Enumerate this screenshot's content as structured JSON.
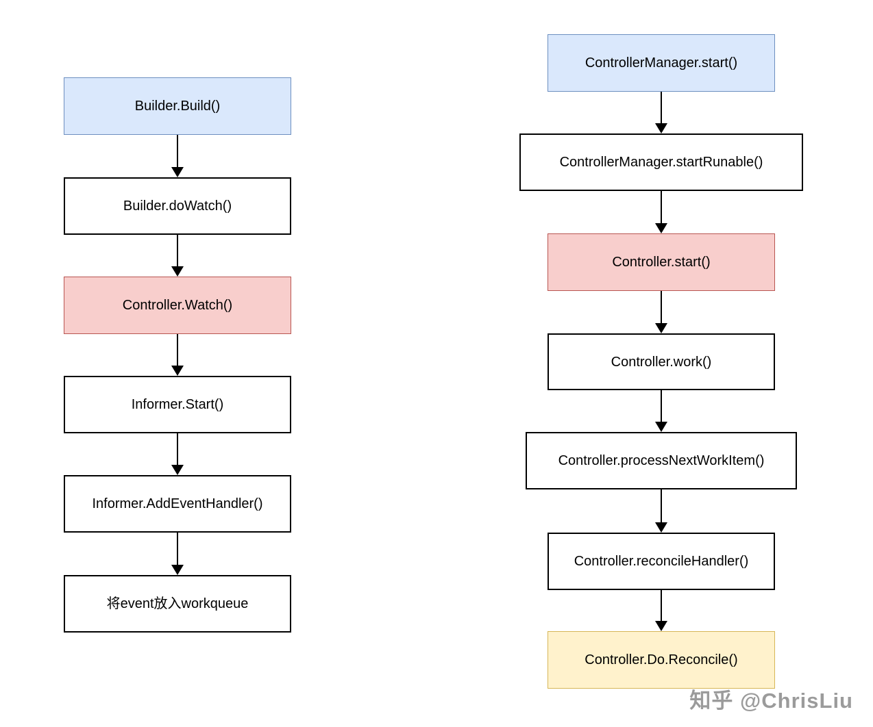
{
  "diagram": {
    "left_flow": {
      "nodes": [
        {
          "label": "Builder.Build()",
          "type": "blue"
        },
        {
          "label": "Builder.doWatch()",
          "type": "white"
        },
        {
          "label": "Controller.Watch()",
          "type": "red"
        },
        {
          "label": "Informer.Start()",
          "type": "white"
        },
        {
          "label": "Informer.AddEventHandler()",
          "type": "white"
        },
        {
          "label": "将event放入workqueue",
          "type": "white"
        }
      ]
    },
    "right_flow": {
      "nodes": [
        {
          "label": "ControllerManager.start()",
          "type": "blue"
        },
        {
          "label": "ControllerManager.startRunable()",
          "type": "white"
        },
        {
          "label": "Controller.start()",
          "type": "red"
        },
        {
          "label": "Controller.work()",
          "type": "white"
        },
        {
          "label": "Controller.processNextWorkItem()",
          "type": "white"
        },
        {
          "label": "Controller.reconcileHandler()",
          "type": "white"
        },
        {
          "label": "Controller.Do.Reconcile()",
          "type": "yellow"
        }
      ]
    }
  },
  "watermark": {
    "text": "知乎 @ChrisLiu"
  },
  "colors": {
    "background": "#ffffff",
    "node_blue_fill": "#dae8fc",
    "node_blue_border": "#6c8ebf",
    "node_red_fill": "#f8cecc",
    "node_red_border": "#b85450",
    "node_yellow_fill": "#fff2cc",
    "node_yellow_border": "#d6b656",
    "node_white_fill": "#ffffff",
    "node_white_border": "#000000",
    "arrow_color": "#000000",
    "watermark_color": "#9b9b9b"
  }
}
